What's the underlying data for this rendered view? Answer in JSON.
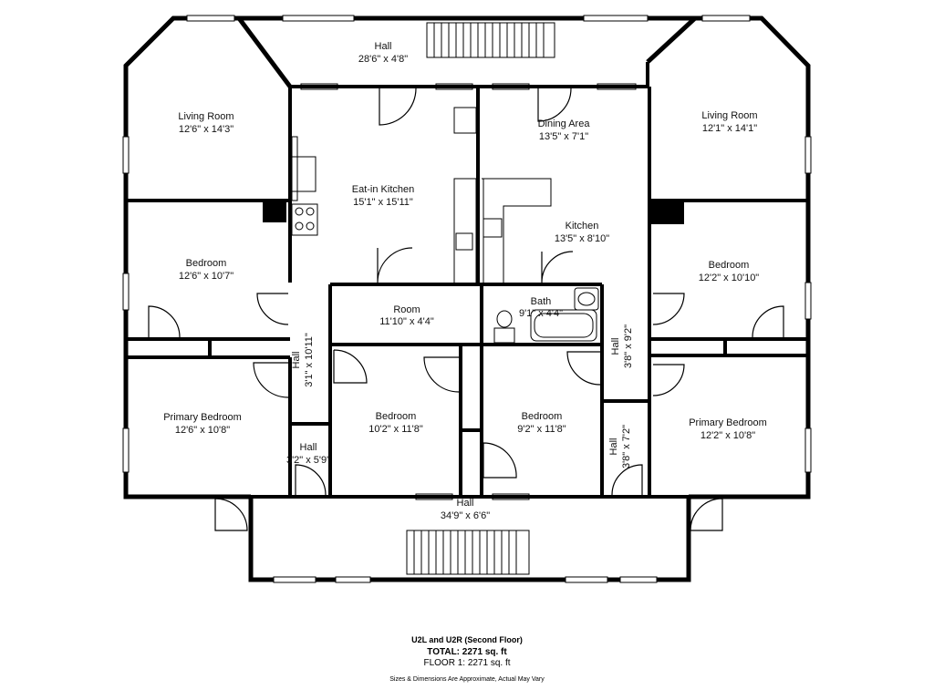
{
  "rooms": {
    "hall_top": {
      "name": "Hall",
      "dims": "28'6\" x 4'8\""
    },
    "living_left": {
      "name": "Living Room",
      "dims": "12'6\" x 14'3\""
    },
    "living_right": {
      "name": "Living Room",
      "dims": "12'1\" x 14'1\""
    },
    "kitchen_eatin": {
      "name": "Eat-in Kitchen",
      "dims": "15'1\" x 15'11\""
    },
    "dining": {
      "name": "Dining Area",
      "dims": "13'5\" x 7'1\""
    },
    "kitchen": {
      "name": "Kitchen",
      "dims": "13'5\" x 8'10\""
    },
    "bedroom_left": {
      "name": "Bedroom",
      "dims": "12'6\" x 10'7\""
    },
    "bedroom_right": {
      "name": "Bedroom",
      "dims": "12'2\" x 10'10\""
    },
    "room_small": {
      "name": "Room",
      "dims": "11'10\" x 4'4\""
    },
    "bath": {
      "name": "Bath",
      "dims": "9'1\" x 4'4\""
    },
    "hall_left_vert": {
      "name": "Hall",
      "dims": "3'1\" x 10'11\""
    },
    "hall_right_vert": {
      "name": "Hall",
      "dims": "3'8\" x 9'2\""
    },
    "primary_left": {
      "name": "Primary Bedroom",
      "dims": "12'6\" x 10'8\""
    },
    "primary_right": {
      "name": "Primary Bedroom",
      "dims": "12'2\" x 10'8\""
    },
    "bedroom_mid_left": {
      "name": "Bedroom",
      "dims": "10'2\" x 11'8\""
    },
    "bedroom_mid_right": {
      "name": "Bedroom",
      "dims": "9'2\" x 11'8\""
    },
    "hall_small": {
      "name": "Hall",
      "dims": "3'2\" x 5'9\""
    },
    "hall_right_small": {
      "name": "Hall",
      "dims": "3'8\" x 7'2\""
    },
    "hall_bottom": {
      "name": "Hall",
      "dims": "34'9\" x 6'6\""
    }
  },
  "footer": {
    "title": "U2L and U2R (Second Floor)",
    "total": "TOTAL: 2271 sq. ft",
    "floor": "FLOOR 1: 2271 sq. ft",
    "note": "Sizes & Dimensions Are Approximate, Actual May Vary"
  }
}
